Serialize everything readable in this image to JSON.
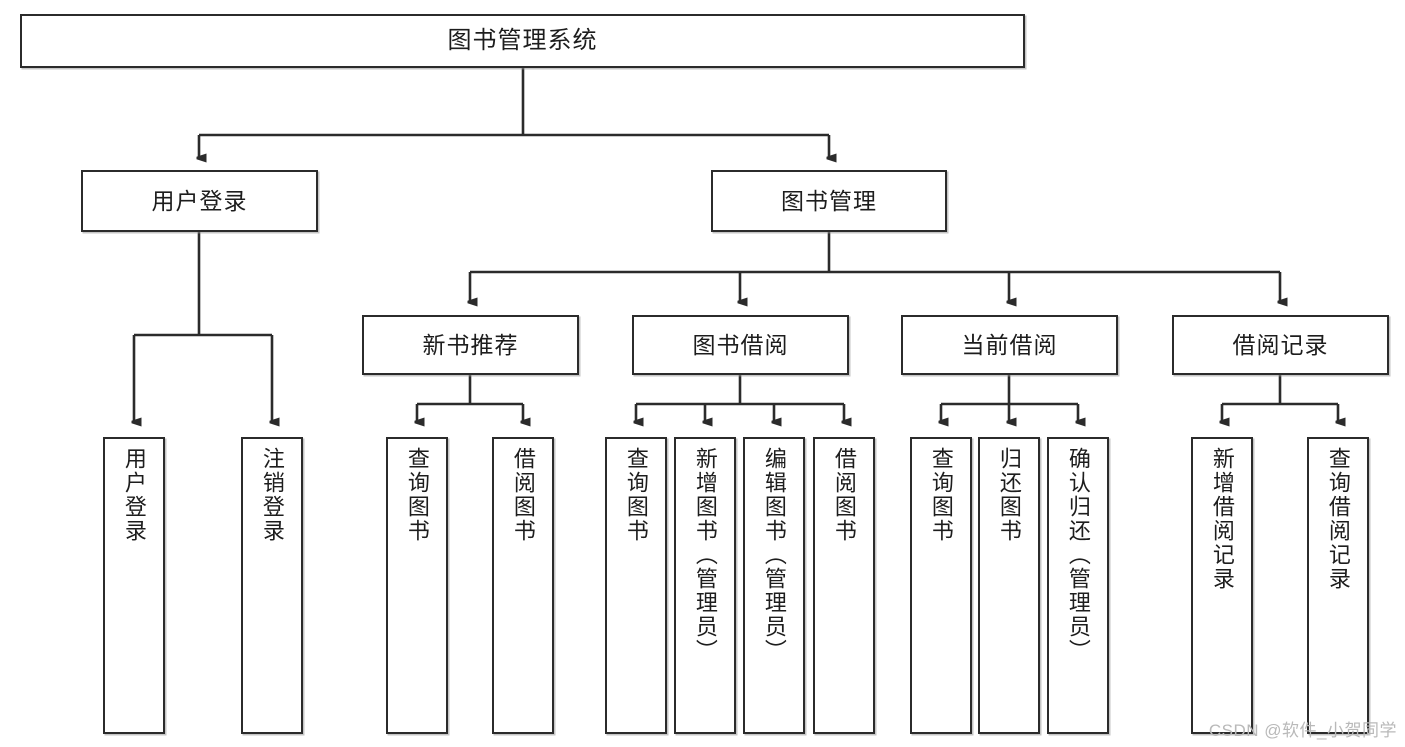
{
  "diagram": {
    "title": "图书管理系统",
    "type": "tree-hierarchy",
    "watermark": "CSDN @软件_小贺同学",
    "colors": {
      "box_border": "#2b2b2b",
      "box_fill": "#ffffff",
      "connector": "#2b2b2b",
      "text": "#1d1d1d",
      "watermark": "#b9b9b9"
    },
    "nodes": {
      "root": {
        "label": "图书管理系统"
      },
      "level2": [
        {
          "label": "用户登录"
        },
        {
          "label": "图书管理"
        }
      ],
      "level3": [
        {
          "label": "新书推荐"
        },
        {
          "label": "图书借阅"
        },
        {
          "label": "当前借阅"
        },
        {
          "label": "借阅记录"
        }
      ],
      "leaves": {
        "user_login": [
          {
            "label": "用户登录"
          },
          {
            "label": "注销登录"
          }
        ],
        "new_book_recommend": [
          {
            "label": "查询图书"
          },
          {
            "label": "借阅图书"
          }
        ],
        "book_borrow": [
          {
            "label": "查询图书"
          },
          {
            "label": "新增图书（管理员）"
          },
          {
            "label": "编辑图书（管理员）"
          },
          {
            "label": "借阅图书"
          }
        ],
        "current_borrow": [
          {
            "label": "查询图书"
          },
          {
            "label": "归还图书"
          },
          {
            "label": "确认归还（管理员）"
          }
        ],
        "borrow_record": [
          {
            "label": "新增借阅记录"
          },
          {
            "label": "查询借阅记录"
          }
        ]
      }
    }
  }
}
